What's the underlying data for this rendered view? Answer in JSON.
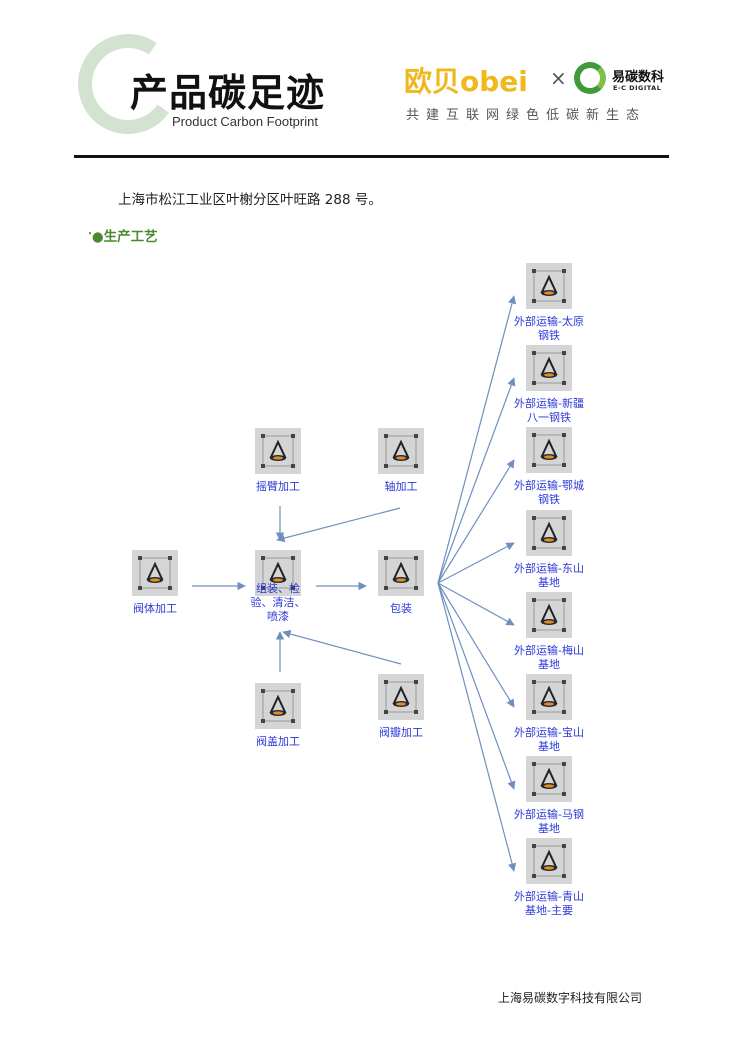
{
  "header": {
    "title_cn": "产品碳足迹",
    "title_en": "Product Carbon Footprint",
    "brand_obei": "欧贝obei",
    "brand_separator": "×",
    "partner_cn": "易碳数科",
    "partner_en": "E-C DIGITAL",
    "slogan": "共建互联网绿色低碳新生态"
  },
  "address": "上海市松江工业区叶榭分区叶旺路 288 号。",
  "section": {
    "bullet": "•",
    "title": "●生产工艺"
  },
  "flow": {
    "icon": "process-node-icon",
    "colors": {
      "edge": "#6f8fc0",
      "label": "#2b38d8",
      "node_bg": "#d5d5d5"
    },
    "nodes": [
      {
        "id": "body",
        "label": "阀体加工"
      },
      {
        "id": "arm",
        "label": "摇臂加工"
      },
      {
        "id": "shaft",
        "label": "轴加工"
      },
      {
        "id": "assembly",
        "label": "组装、检验、清洁、喷漆"
      },
      {
        "id": "cover",
        "label": "阀盖加工"
      },
      {
        "id": "flap",
        "label": "阀瓣加工"
      },
      {
        "id": "pack",
        "label": "包装"
      },
      {
        "id": "t1",
        "label": "外部运输-太原钢铁"
      },
      {
        "id": "t2",
        "label": "外部运输-新疆八一钢铁"
      },
      {
        "id": "t3",
        "label": "外部运输-鄂城钢铁"
      },
      {
        "id": "t4",
        "label": "外部运输-东山基地"
      },
      {
        "id": "t5",
        "label": "外部运输-梅山基地"
      },
      {
        "id": "t6",
        "label": "外部运输-宝山基地"
      },
      {
        "id": "t7",
        "label": "外部运输-马钢基地"
      },
      {
        "id": "t8",
        "label": "外部运输-青山基地-主要"
      }
    ],
    "edges": [
      [
        "body",
        "assembly"
      ],
      [
        "arm",
        "assembly"
      ],
      [
        "shaft",
        "assembly"
      ],
      [
        "cover",
        "assembly"
      ],
      [
        "flap",
        "assembly"
      ],
      [
        "assembly",
        "pack"
      ],
      [
        "pack",
        "t1"
      ],
      [
        "pack",
        "t2"
      ],
      [
        "pack",
        "t3"
      ],
      [
        "pack",
        "t4"
      ],
      [
        "pack",
        "t5"
      ],
      [
        "pack",
        "t6"
      ],
      [
        "pack",
        "t7"
      ],
      [
        "pack",
        "t8"
      ]
    ]
  },
  "footer": "上海易碳数字科技有限公司"
}
